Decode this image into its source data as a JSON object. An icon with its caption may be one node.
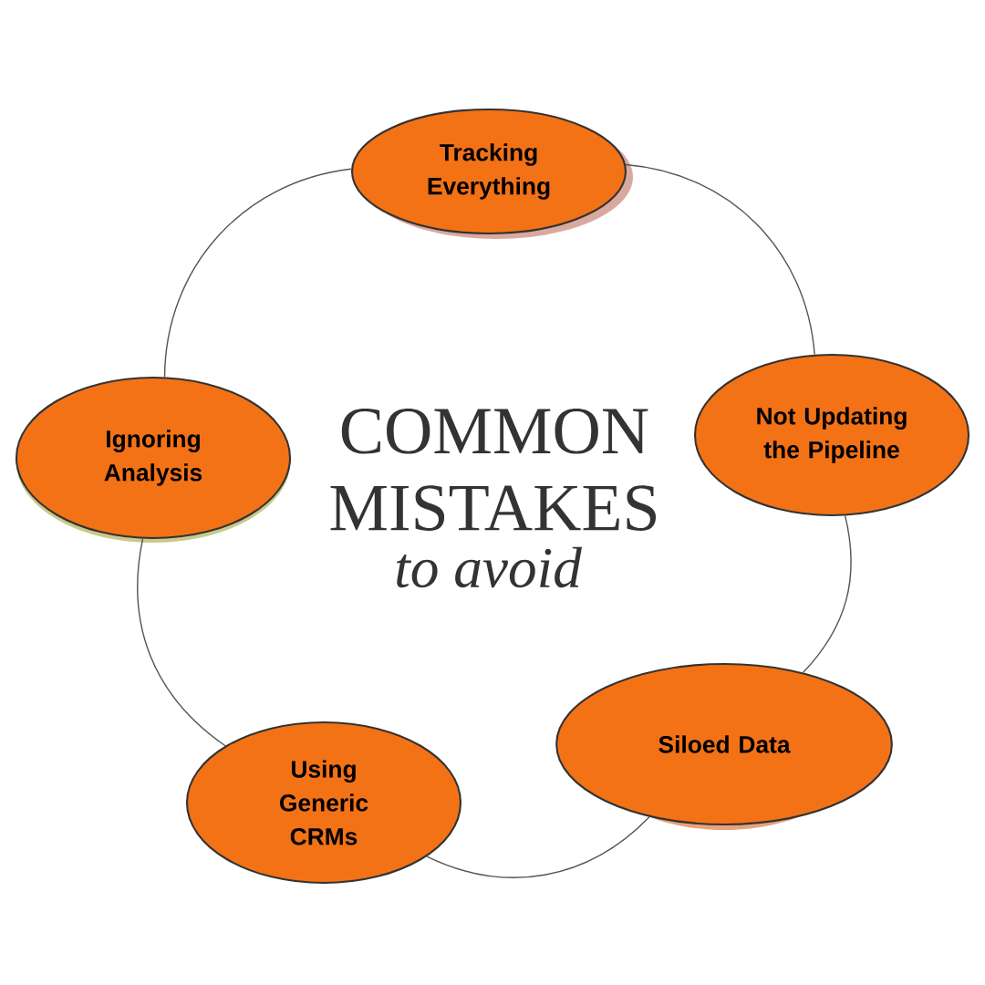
{
  "diagram": {
    "title": "COMMON MISTAKES",
    "nodes": [
      {
        "text": [
          "Tracking Everything"
        ]
      },
      {
        "text": [
          "Not Updating the Pipeline"
        ]
      },
      {
        "text": [
          "Siloed Data"
        ]
      },
      {
        "text": [
          "Using Generic CRMs"
        ]
      },
      {
        "text": [
          "Ignoring Analysis"
        ]
      }
    ],
    "edges": [
      {
        "from": 0,
        "to": 1,
        "arrow": "none"
      },
      {
        "from": 1,
        "to": 2,
        "arrow": "none"
      },
      {
        "from": 2,
        "to": 3,
        "arrow": "none"
      },
      {
        "from": 3,
        "to": 4,
        "arrow": "none"
      },
      {
        "from": 4,
        "to": 0,
        "arrow": "none"
      }
    ],
    "labels": [
      "to avoid"
    ]
  }
}
